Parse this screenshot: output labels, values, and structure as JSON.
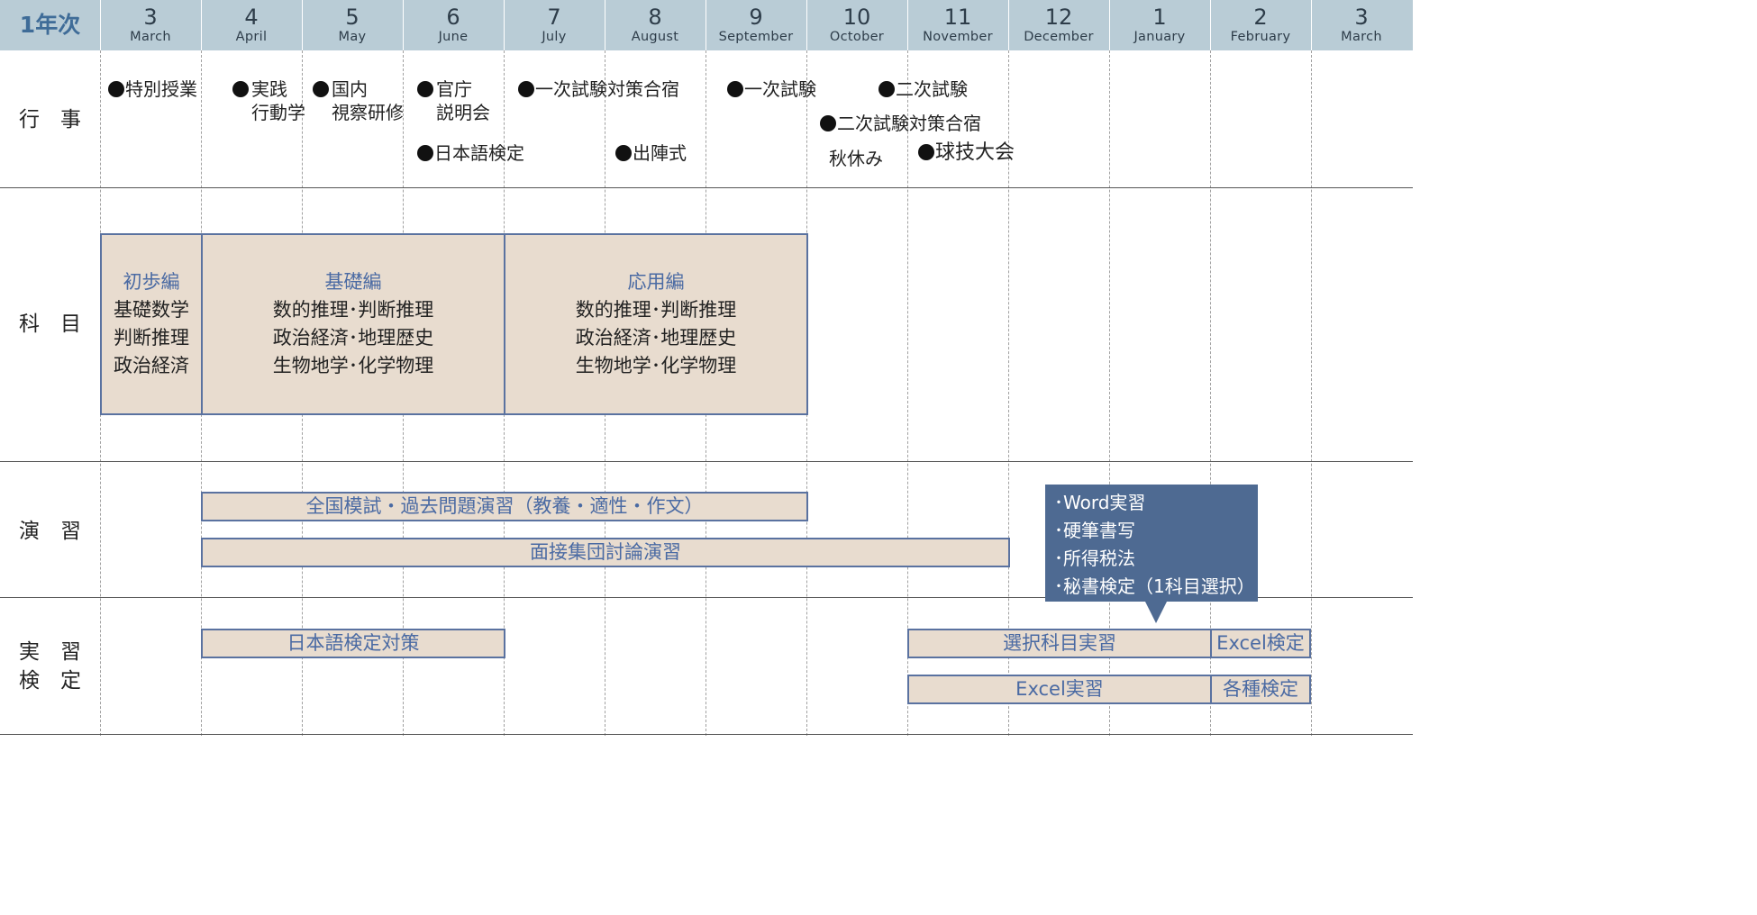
{
  "header": {
    "year_label": "1年次",
    "months": [
      {
        "num": "3",
        "name": "March"
      },
      {
        "num": "4",
        "name": "April"
      },
      {
        "num": "5",
        "name": "May"
      },
      {
        "num": "6",
        "name": "June"
      },
      {
        "num": "7",
        "name": "July"
      },
      {
        "num": "8",
        "name": "August"
      },
      {
        "num": "9",
        "name": "September"
      },
      {
        "num": "10",
        "name": "October"
      },
      {
        "num": "11",
        "name": "November"
      },
      {
        "num": "12",
        "name": "December"
      },
      {
        "num": "1",
        "name": "January"
      },
      {
        "num": "2",
        "name": "February"
      },
      {
        "num": "3",
        "name": "March"
      }
    ]
  },
  "rows": {
    "events_label": "行　事",
    "subjects_label": "科　目",
    "practice_label": "演　習",
    "training_label": "実　習\n検　定"
  },
  "events": [
    "特別授業",
    "実践\n行動学",
    "国内\n視察研修",
    "官庁\n説明会",
    "一次試験対策合宿",
    "一次試験",
    "二次試験",
    "日本語検定",
    "出陣式",
    "二次試験対策合宿",
    "秋休み",
    "球技大会"
  ],
  "subjects": [
    {
      "title": "初歩編",
      "items": [
        "基礎数学",
        "判断推理",
        "政治経済"
      ]
    },
    {
      "title": "基礎編",
      "items": [
        "数的推理･判断推理",
        "政治経済･地理歴史",
        "生物地学･化学物理"
      ]
    },
    {
      "title": "応用編",
      "items": [
        "数的推理･判断推理",
        "政治経済･地理歴史",
        "生物地学･化学物理"
      ]
    }
  ],
  "practice": [
    "全国模試・過去問題演習（教養・適性・作文）",
    "面接集団討論演習"
  ],
  "training": [
    "日本語検定対策",
    "選択科目実習",
    "Excel検定",
    "Excel実習",
    "各種検定"
  ],
  "callout": {
    "items": [
      "･Word実習",
      "･硬筆書写",
      "･所得税法",
      "･秘書検定（1科目選択）"
    ]
  },
  "colors": {
    "header_bg": "#b9ccd6",
    "year_text": "#3f6c98",
    "box_fill": "#e8dccf",
    "box_border": "#5a72a0",
    "box_text": "#4a6aa3",
    "callout_bg": "#4e6a92"
  }
}
